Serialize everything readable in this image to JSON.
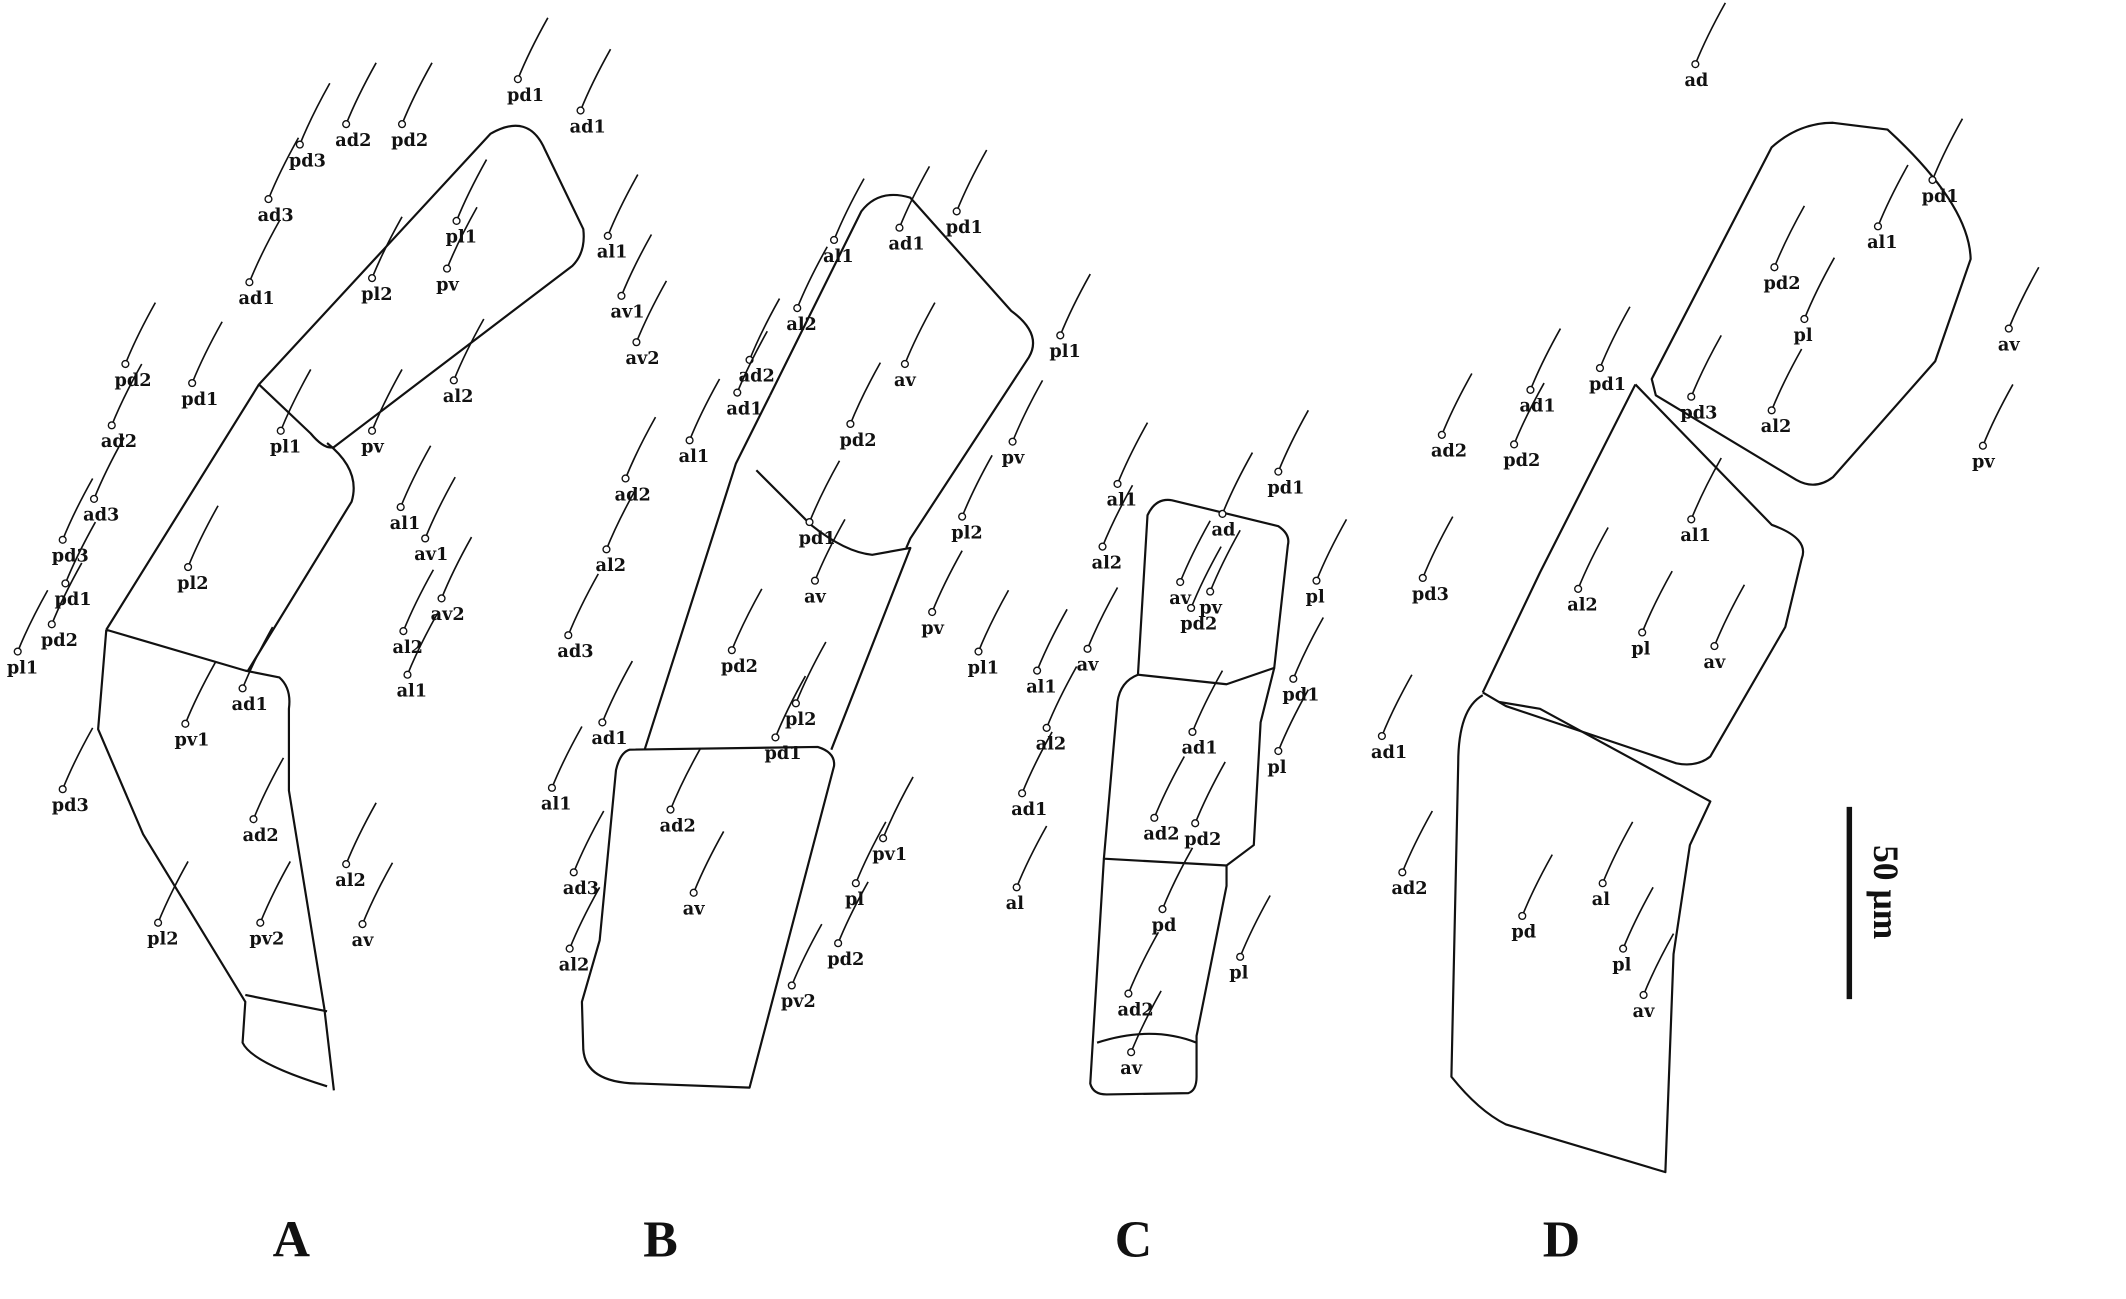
{
  "figure": {
    "panels": [
      {
        "letter": "A",
        "setae_labels": [
          "pd1",
          "ad1",
          "ad2",
          "pd2",
          "pd3",
          "ad3",
          "pl1",
          "pl2",
          "al1",
          "pv",
          "av1",
          "ad1",
          "av2",
          "al2",
          "pd2",
          "pd1",
          "ad2",
          "pl1",
          "pv",
          "al1",
          "ad3",
          "pl2",
          "av1",
          "pd3",
          "av2",
          "pd1",
          "al2",
          "pd2",
          "pl1",
          "ad1",
          "al1",
          "pv1",
          "pd3",
          "ad2",
          "al2",
          "pl2",
          "pv2",
          "av"
        ]
      },
      {
        "letter": "B",
        "setae_labels": [
          "al1",
          "ad1",
          "pd1",
          "al2",
          "pl1",
          "ad2",
          "av",
          "ad1",
          "pd2",
          "pv",
          "al1",
          "ad2",
          "pd1",
          "pl2",
          "al2",
          "av",
          "pv",
          "ad3",
          "pd2",
          "pl1",
          "pl2",
          "ad1",
          "pd1",
          "al1",
          "ad2",
          "pv1",
          "ad3",
          "av",
          "pl",
          "pd2",
          "al2",
          "pv2"
        ]
      },
      {
        "letter": "C",
        "setae_labels": [
          "al1",
          "pd1",
          "ad",
          "al2",
          "av",
          "pv",
          "pl",
          "pd2",
          "av",
          "pd1",
          "al1",
          "al2",
          "ad1",
          "pl",
          "ad1",
          "ad2",
          "pd2",
          "al",
          "pd",
          "pl",
          "ad2",
          "av"
        ]
      },
      {
        "letter": "D",
        "setae_labels": [
          "ad",
          "pd1",
          "al1",
          "pd2",
          "pl",
          "av",
          "pd1",
          "pd3",
          "al2",
          "ad1",
          "pv",
          "ad2",
          "pd2",
          "al1",
          "pd3",
          "al2",
          "pl",
          "av",
          "ad1",
          "ad2",
          "pd",
          "al",
          "pl",
          "av"
        ]
      }
    ],
    "scale_bar": {
      "label": "50 µm"
    }
  }
}
